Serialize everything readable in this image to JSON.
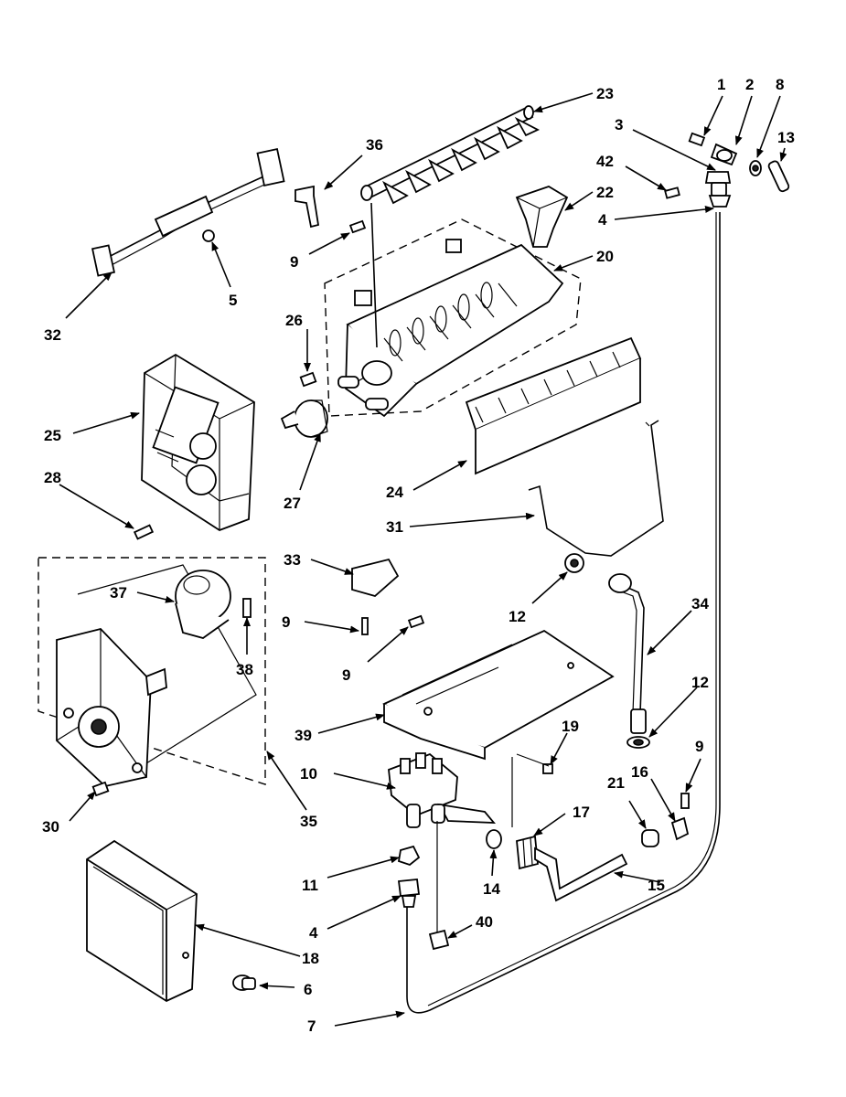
{
  "labels": {
    "l1": "1",
    "l2": "2",
    "l8": "8",
    "l13": "13",
    "l3": "3",
    "l42": "42",
    "l4a": "4",
    "l23": "23",
    "l36": "36",
    "l22": "22",
    "l20": "20",
    "l9a": "9",
    "l32": "32",
    "l5": "5",
    "l26": "26",
    "l25": "25",
    "l28": "28",
    "l27": "27",
    "l24": "24",
    "l31": "31",
    "l33": "33",
    "l37": "37",
    "l9b": "9",
    "l9c": "9",
    "l38": "38",
    "l12a": "12",
    "l34": "34",
    "l12b": "12",
    "l39": "39",
    "l19": "19",
    "l9d": "9",
    "l10": "10",
    "l16": "16",
    "l21": "21",
    "l17": "17",
    "l30": "30",
    "l35": "35",
    "l11": "11",
    "l14": "14",
    "l15": "15",
    "l4b": "4",
    "l40": "40",
    "l18": "18",
    "l6": "6",
    "l7": "7"
  }
}
